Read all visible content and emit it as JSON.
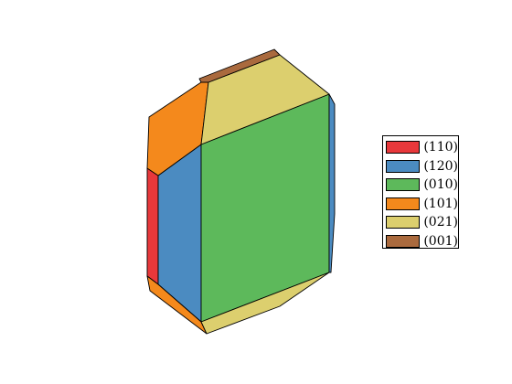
{
  "legend": {
    "items": [
      {
        "label": "(110)",
        "color": "#e8383b"
      },
      {
        "label": "(120)",
        "color": "#4b8bc1"
      },
      {
        "label": "(010)",
        "color": "#5db95b"
      },
      {
        "label": "(101)",
        "color": "#f4891c"
      },
      {
        "label": "(021)",
        "color": "#dccf6e"
      },
      {
        "label": "(001)",
        "color": "#aa6a3e"
      }
    ]
  },
  "crystal": {
    "face_order": [
      "(110)",
      "(120)",
      "(010)",
      "(101)",
      "(021)",
      "(001)"
    ]
  }
}
